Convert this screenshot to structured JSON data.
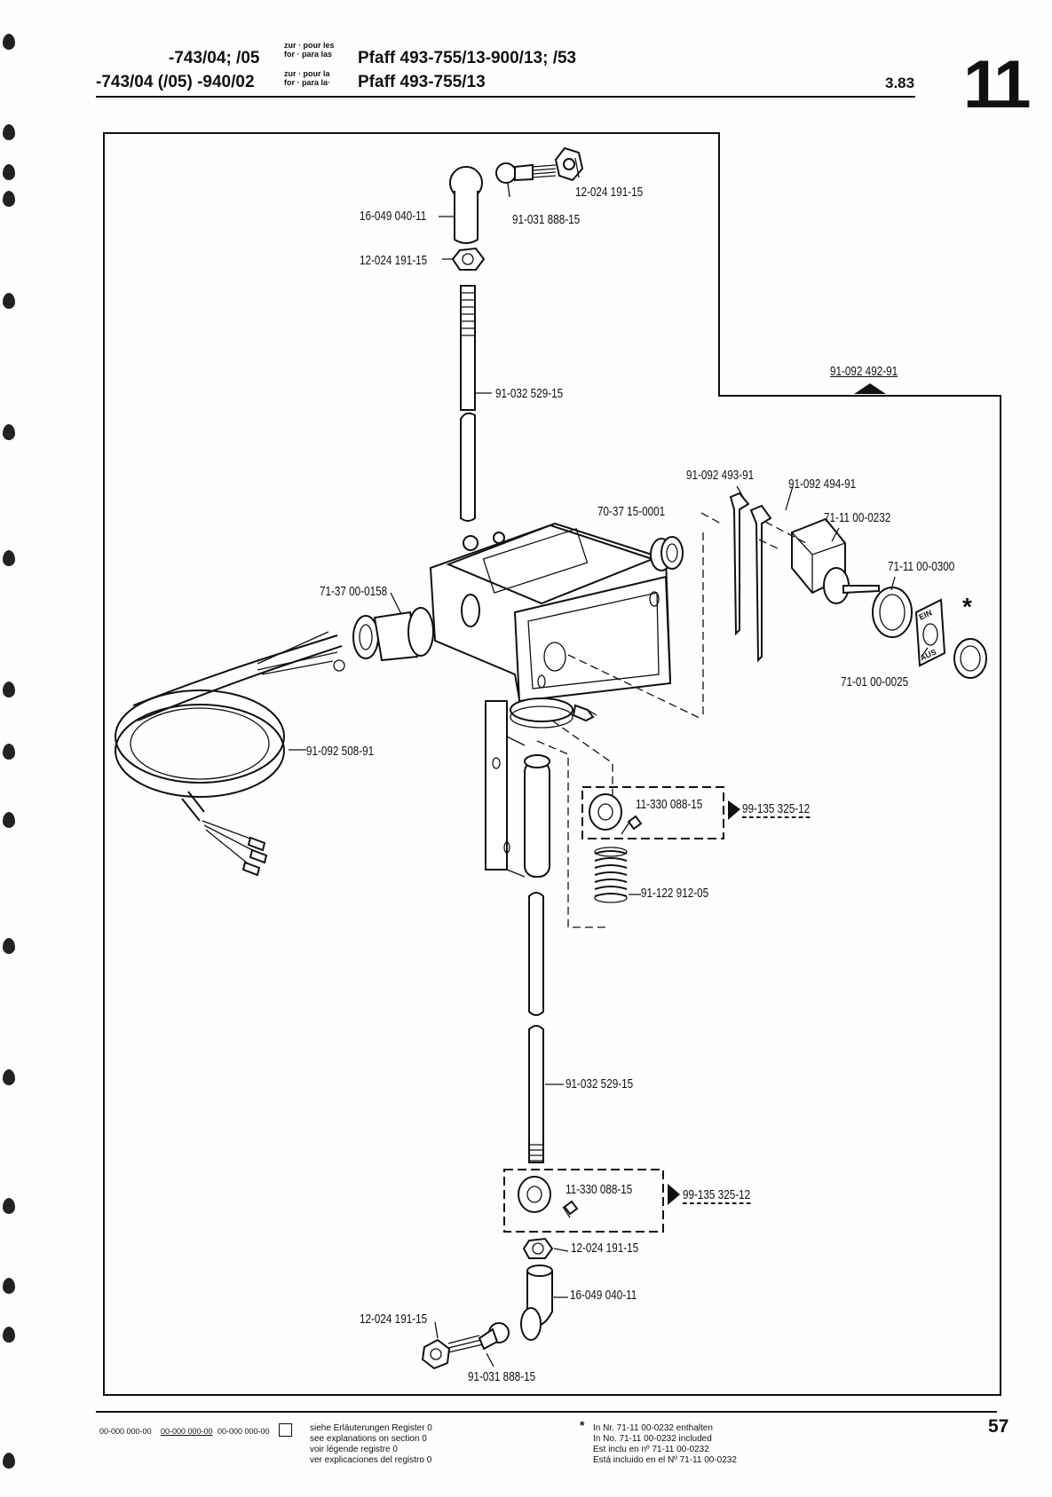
{
  "header": {
    "line1_models": "-743/04; /05",
    "line2_models": "-743/04 (/05) -940/02",
    "zur_line1": "zur · pour les",
    "zur_line2": "for · para las",
    "zur_line3": "zur · pour la",
    "zur_line4": "for · para la·",
    "line1_machine": "Pfaff 493-755/13-900/13; /53",
    "line2_machine": "Pfaff 493-755/13",
    "date": "3.83",
    "section_number": "11"
  },
  "parts": [
    {
      "id": "p1",
      "label": "16-049 040-11"
    },
    {
      "id": "p2",
      "label": "12-024 191-15"
    },
    {
      "id": "p3",
      "label": "91-031 888-15"
    },
    {
      "id": "p4",
      "label": "12-024 191-15"
    },
    {
      "id": "p5",
      "label": "91-032 529-15"
    },
    {
      "id": "p6",
      "label": "91-092 492-91"
    },
    {
      "id": "p7",
      "label": "91-092 493-91"
    },
    {
      "id": "p8",
      "label": "91-092 494-91"
    },
    {
      "id": "p9",
      "label": "70-37 15-0001"
    },
    {
      "id": "p10",
      "label": "71-11 00-0232"
    },
    {
      "id": "p11",
      "label": "71-11 00-0300"
    },
    {
      "id": "p12",
      "label": "71-37 00-0158"
    },
    {
      "id": "p13",
      "label": "71-01 00-0025"
    },
    {
      "id": "p14",
      "label": "91-092 508-91"
    },
    {
      "id": "p15",
      "label": "11-330 088-15"
    },
    {
      "id": "p16",
      "label": "99-135 325-12"
    },
    {
      "id": "p17",
      "label": "91-122 912-05"
    },
    {
      "id": "p18",
      "label": "91-032 529-15"
    },
    {
      "id": "p19",
      "label": "11-330 088-15"
    },
    {
      "id": "p20",
      "label": "99-135 325-12"
    },
    {
      "id": "p21",
      "label": "12-024 191-15"
    },
    {
      "id": "p22",
      "label": "16-049 040-11"
    },
    {
      "id": "p23",
      "label": "12-024 191-15"
    },
    {
      "id": "p24",
      "label": "91-031 888-15"
    }
  ],
  "switch_plate": {
    "on": "EIN",
    "off": "AUS"
  },
  "asterisk": "*",
  "footer": {
    "legend_codes": [
      "00-000 000-00",
      "00-000 000-00",
      "00-000 000-00"
    ],
    "legend_notes": [
      "siehe Erläuterungen Register 0",
      "see explanations on section 0",
      "voir légende registre 0",
      "ver explicaciones del registro 0"
    ],
    "asterisk": "*",
    "asterisk_notes": [
      "In Nr. 71-11 00-0232 enthalten",
      "In No. 71-11 00-0232 included",
      "Est inclu en nº 71-11 00-0232",
      "Está incluido en el Nº 71-11 00-0232"
    ],
    "page_number": "57"
  }
}
